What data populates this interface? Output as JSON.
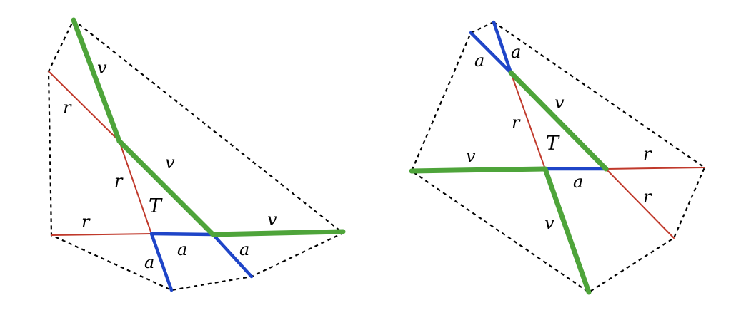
{
  "colors": {
    "r_edge": "#c0392b",
    "a_edge": "#1f45c8",
    "v_edge": "#4ea43a",
    "hull": "#000000"
  },
  "left_figure": {
    "label_T": "T",
    "labels_v": [
      "v",
      "v",
      "v"
    ],
    "labels_r": [
      "r",
      "r",
      "r"
    ],
    "labels_a": [
      "a",
      "a",
      "a"
    ]
  },
  "right_figure": {
    "label_T": "T",
    "labels_v": [
      "v",
      "v",
      "v"
    ],
    "labels_r": [
      "r",
      "r",
      "r"
    ],
    "labels_a": [
      "a",
      "a",
      "a"
    ]
  }
}
